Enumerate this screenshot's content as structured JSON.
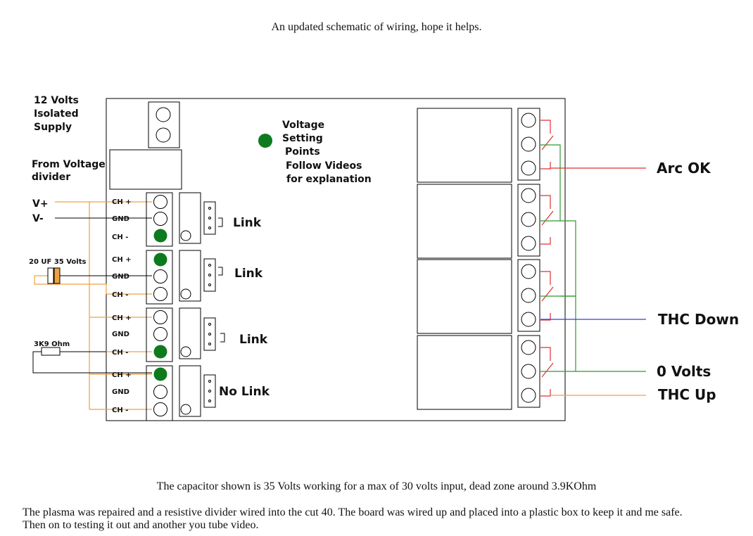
{
  "captions": {
    "top": "An updated schematic of wiring, hope it helps.",
    "middle": "The capacitor shown is 35 Volts working for a max of 30 volts input, dead zone around 3.9KOhm",
    "bottom_1": "The plasma was repaired and a resistive divider wired into the cut 40.  The board was wired up and placed into a plastic box to keep it and me safe.",
    "bottom_2": "Then on to testing it out and another you tube video."
  },
  "left_labels": {
    "supply": [
      "12 Volts",
      "Isolated",
      "Supply"
    ],
    "divider": [
      "From Voltage",
      "divider"
    ],
    "v_plus": "V+",
    "v_minus": "V-",
    "capacitor": "20 UF 35 Volts",
    "resistor": "3K9 Ohm"
  },
  "board_note": [
    "Voltage",
    "Setting",
    "Points",
    "Follow Videos",
    "for explanation"
  ],
  "channels": [
    {
      "pins": [
        "CH +",
        "GND",
        "CH -"
      ],
      "link": "Link"
    },
    {
      "pins": [
        "CH +",
        "GND",
        "CH -"
      ],
      "link": "Link"
    },
    {
      "pins": [
        "CH +",
        "GND",
        "CH -"
      ],
      "link": "Link"
    },
    {
      "pins": [
        "CH +",
        "GND",
        "CH -"
      ],
      "link": "No Link"
    }
  ],
  "outputs": {
    "arc_ok": "Arc OK",
    "thc_down": "THC Down",
    "zero_volts": "0 Volts",
    "thc_up": "THC Up"
  },
  "colors": {
    "orange_wire": "#f0a040",
    "green_wire": "#2e9a2e",
    "red_wire": "#e03030",
    "blue_wire": "#3a3adf",
    "led_green": "#0e7a1e"
  }
}
